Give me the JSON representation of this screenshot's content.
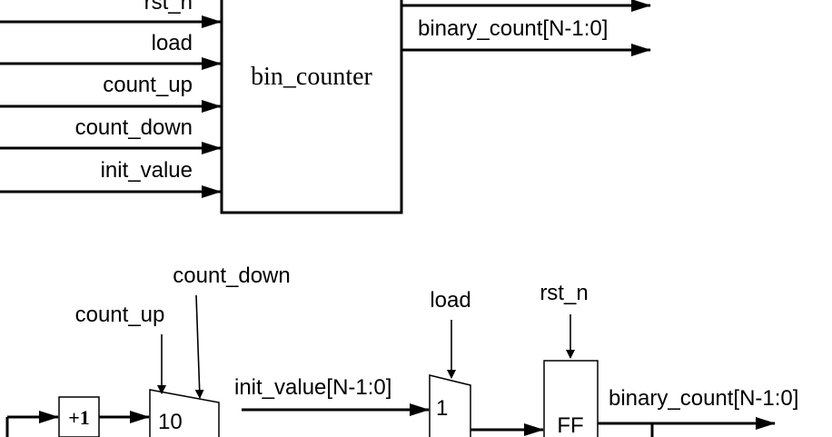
{
  "top_block": {
    "name": "bin_counter",
    "inputs": [
      "rst_n",
      "load",
      "count_up",
      "count_down",
      "init_value"
    ],
    "output": "binary_count[N-1:0]"
  },
  "bottom_block": {
    "increment_label": "+1",
    "mux1": {
      "select_count_up": "count_up",
      "select_count_down": "count_down",
      "input_label": "10"
    },
    "data_input": "init_value[N-1:0]",
    "mux2": {
      "select": "load",
      "input_label": "1"
    },
    "flipflop": {
      "label": "FF",
      "reset": "rst_n"
    },
    "output": "binary_count[N-1:0]"
  }
}
